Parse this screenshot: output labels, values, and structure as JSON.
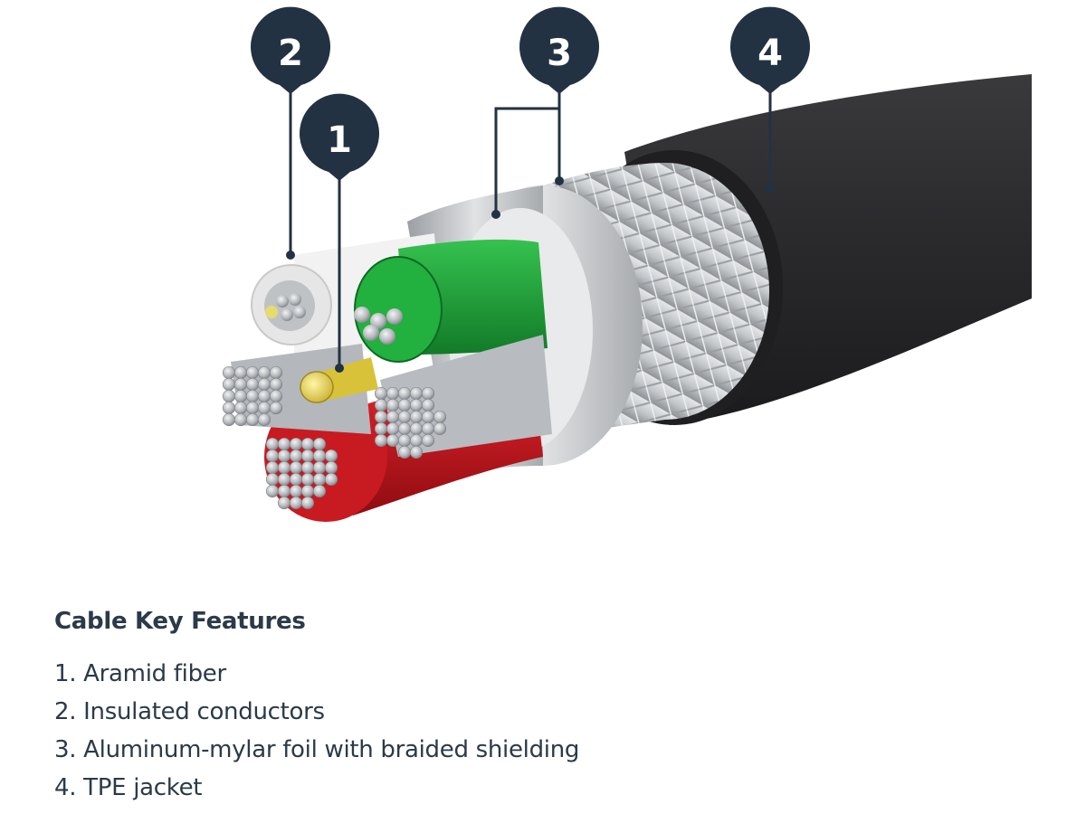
{
  "callouts": [
    {
      "id": 1,
      "label": "1"
    },
    {
      "id": 2,
      "label": "2"
    },
    {
      "id": 3,
      "label": "3"
    },
    {
      "id": 4,
      "label": "4"
    }
  ],
  "features": {
    "title": "Cable Key Features",
    "items": [
      "1. Aramid fiber",
      "2. Insulated conductors",
      "3. Aluminum-mylar foil with braided shielding",
      "4. TPE jacket"
    ]
  },
  "colors": {
    "callout_fill": "#233242",
    "text": "#2b3a48",
    "jacket": "#2a2a2c",
    "shield": "#c9ccd0",
    "foil": "#b9bcc0",
    "wire_green": "#1ea23a",
    "wire_red": "#c8161d",
    "wire_white": "#eeeeee",
    "fiber_yellow": "#e7d44a",
    "strand": "#c3c6ca"
  }
}
